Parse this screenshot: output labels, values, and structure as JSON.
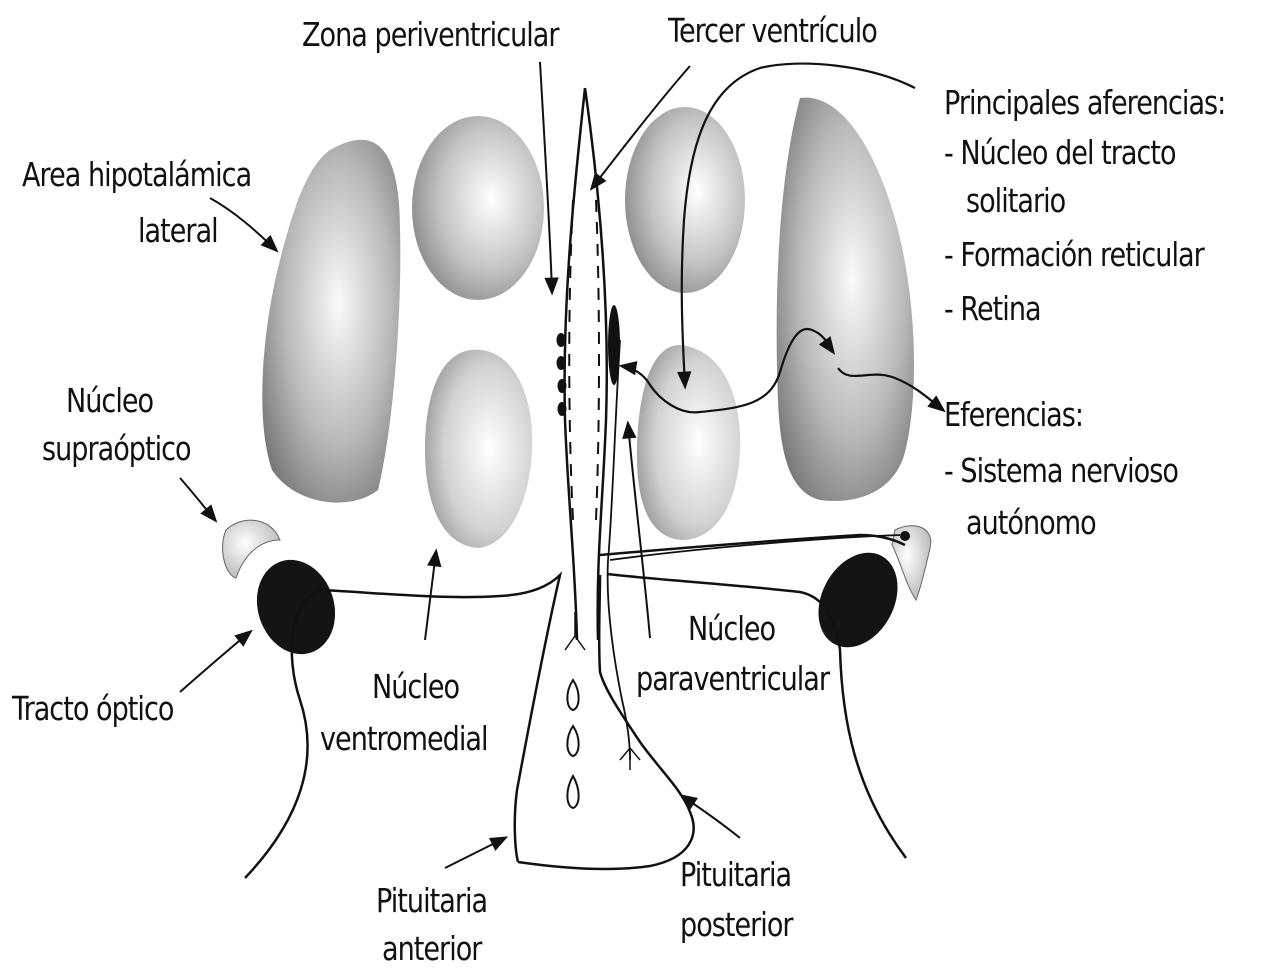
{
  "labels": {
    "zona_periventricular": "Zona periventricular",
    "tercer_ventriculo": "Tercer ventrículo",
    "area_hipotalamica_line1": "Area hipotalámica",
    "area_hipotalamica_line2": "lateral",
    "nucleo_supraoptico_line1": "Núcleo",
    "nucleo_supraoptico_line2": "supraóptico",
    "tracto_optico": "Tracto óptico",
    "nucleo_ventromedial_line1": "Núcleo",
    "nucleo_ventromedial_line2": "ventromedial",
    "nucleo_paraventricular_line1": "Núcleo",
    "nucleo_paraventricular_line2": "paraventricular",
    "pituitaria_anterior_line1": "Pituitaria",
    "pituitaria_anterior_line2": "anterior",
    "pituitaria_posterior_line1": "Pituitaria",
    "pituitaria_posterior_line2": "posterior"
  },
  "afferents": {
    "title": "Principales aferencias:",
    "items": [
      "- Núcleo del tracto",
      "solitario",
      "- Formación reticular",
      "- Retina"
    ]
  },
  "efferents": {
    "title": "Eferencias:",
    "items": [
      "- Sistema nervioso",
      "autónomo"
    ]
  },
  "colors": {
    "ink": "#111111",
    "nucleus_light": "#f4f4f4",
    "nucleus_dark": "#7a7a7a",
    "optic_tract": "#111111"
  }
}
